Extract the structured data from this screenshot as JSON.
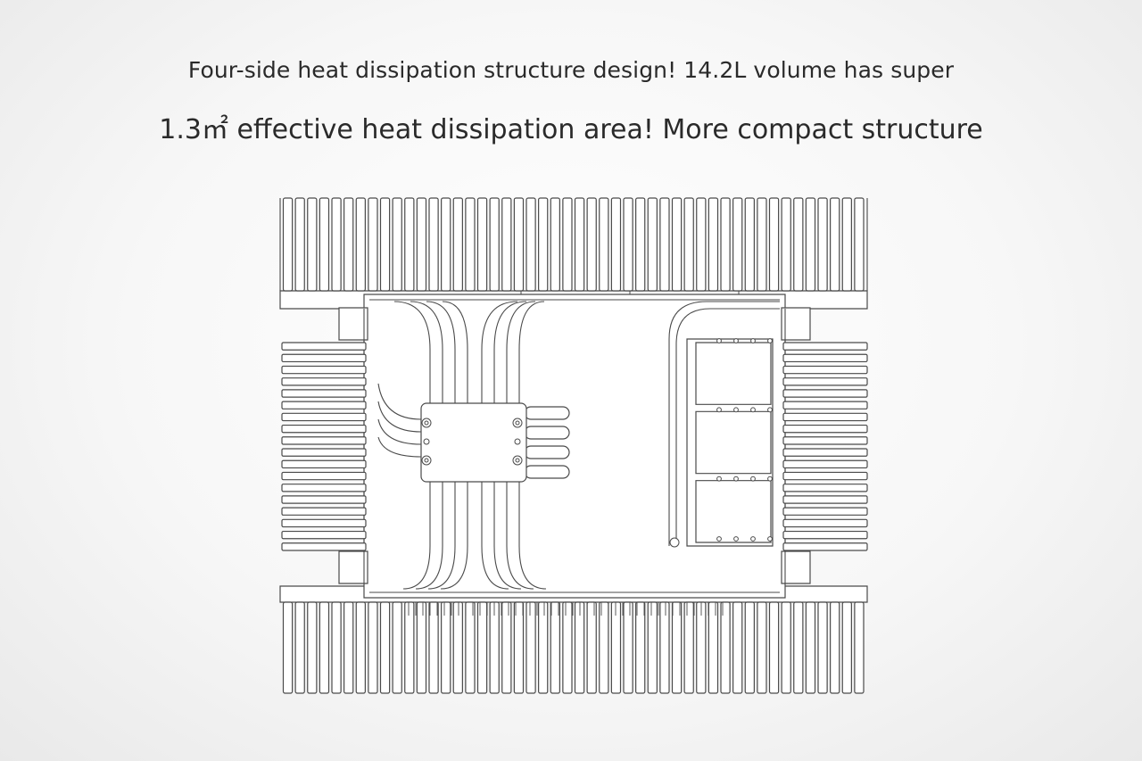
{
  "headline": {
    "line1": "Four-side heat dissipation structure design! 14.2L volume has super",
    "line2": "1.3㎡ effective heat dissipation area! More compact structure"
  },
  "diagram": {
    "stroke_color": "#4a4a4a",
    "fill_color": "#ffffff",
    "top_fin_count": 48,
    "bottom_fin_count": 48,
    "side_fin_count": 18,
    "heat_pipe_count": 4,
    "vrm_module_count": 3
  }
}
